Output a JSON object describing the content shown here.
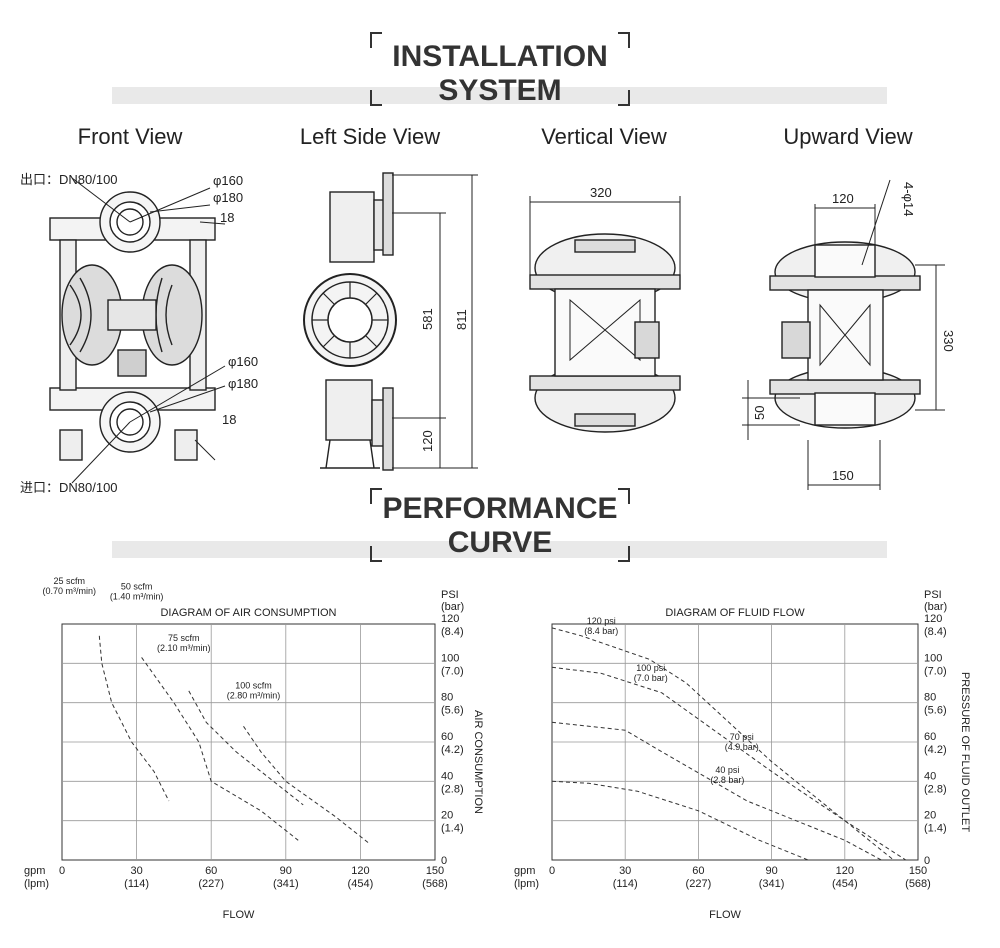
{
  "installation": {
    "title_line1": "INSTALLATION",
    "title_line2": "SYSTEM"
  },
  "views": {
    "front": "Front View",
    "left": "Left Side View",
    "vertical": "Vertical View",
    "upward": "Upward View"
  },
  "front_labels": {
    "outlet": "出口：DN80/100",
    "inlet": "进口：DN80/100",
    "d160_top": "φ160",
    "d180_top": "φ180",
    "t18_top": "18",
    "d160_bot": "φ160",
    "d180_bot": "φ180",
    "t18_bot": "18"
  },
  "left_labels": {
    "h581": "581",
    "h811": "811",
    "h120": "120"
  },
  "vertical_labels": {
    "w320": "320"
  },
  "upward_labels": {
    "w120": "120",
    "holes": "4-φ14",
    "h330": "330",
    "h50": "50",
    "w150": "150"
  },
  "performance": {
    "title_line1": "PERFORMANCE",
    "title_line2": "CURVE"
  },
  "chart_data": [
    {
      "type": "line",
      "title": "DIAGRAM OF AIR CONSUMPTION",
      "xlabel": "FLOW",
      "ylabel": "AIR CONSUMPTION",
      "xlim": [
        0,
        150
      ],
      "ylim": [
        0,
        120
      ],
      "x_unit_label": "gpm",
      "x_unit_label2": "(lpm)",
      "x_ticks": [
        0,
        30,
        60,
        90,
        120,
        150
      ],
      "x_tick_sub": [
        "",
        "(114)",
        "(227)",
        "(341)",
        "(454)",
        "(568)"
      ],
      "y_unit_label": "PSI",
      "y_unit_label2": "(bar)",
      "y_ticks": [
        0,
        20,
        40,
        60,
        80,
        100,
        120
      ],
      "y_tick_sub": [
        "",
        "(1.4)",
        "(2.8)",
        "(4.2)",
        "(5.6)",
        "(7.0)",
        "(8.4)"
      ],
      "series": [
        {
          "name": "25 scfm",
          "sub": "(0.70 m³/min)",
          "x": [
            15,
            16,
            20,
            28,
            37,
            43
          ],
          "y": [
            114,
            100,
            80,
            60,
            45,
            30
          ]
        },
        {
          "name": "50 scfm",
          "sub": "(1.40 m³/min)",
          "x": [
            32,
            45,
            55,
            60,
            80,
            95
          ],
          "y": [
            103,
            80,
            60,
            40,
            25,
            10
          ]
        },
        {
          "name": "75 scfm",
          "sub": "(2.10 m³/min)",
          "x": [
            51,
            58,
            70,
            85,
            97
          ],
          "y": [
            86,
            70,
            55,
            40,
            28
          ]
        },
        {
          "name": "100 scfm",
          "sub": "(2.80 m³/min)",
          "x": [
            73,
            80,
            90,
            110,
            124
          ],
          "y": [
            68,
            55,
            40,
            22,
            8
          ]
        }
      ]
    },
    {
      "type": "line",
      "title": "DIAGRAM OF FLUID FLOW",
      "xlabel": "FLOW",
      "ylabel": "PRESSURE OF FLUID OUTLET",
      "xlim": [
        0,
        150
      ],
      "ylim": [
        0,
        120
      ],
      "x_unit_label": "gpm",
      "x_unit_label2": "(lpm)",
      "x_ticks": [
        0,
        30,
        60,
        90,
        120,
        150
      ],
      "x_tick_sub": [
        "",
        "(114)",
        "(227)",
        "(341)",
        "(454)",
        "(568)"
      ],
      "y_unit_label": "PSI",
      "y_unit_label2": "(bar)",
      "y_ticks": [
        0,
        20,
        40,
        60,
        80,
        100,
        120
      ],
      "y_tick_sub": [
        "",
        "(1.4)",
        "(2.8)",
        "(4.2)",
        "(5.6)",
        "(7.0)",
        "(8.4)"
      ],
      "series": [
        {
          "name": "120 psi",
          "sub": "(8.4 bar)",
          "x": [
            0,
            12,
            40,
            55,
            90,
            120,
            140
          ],
          "y": [
            118,
            114,
            102,
            90,
            50,
            20,
            0
          ]
        },
        {
          "name": "100 psi",
          "sub": "(7.0 bar)",
          "x": [
            0,
            20,
            45,
            90,
            120,
            145
          ],
          "y": [
            98,
            95,
            85,
            45,
            20,
            0
          ]
        },
        {
          "name": "70 psi",
          "sub": "(4.9 bar)",
          "x": [
            0,
            30,
            45,
            80,
            120,
            135
          ],
          "y": [
            70,
            66,
            55,
            30,
            10,
            0
          ]
        },
        {
          "name": "40 psi",
          "sub": "(2.8 bar)",
          "x": [
            0,
            15,
            35,
            60,
            85,
            105
          ],
          "y": [
            40,
            39,
            35,
            25,
            10,
            0
          ]
        }
      ]
    }
  ]
}
